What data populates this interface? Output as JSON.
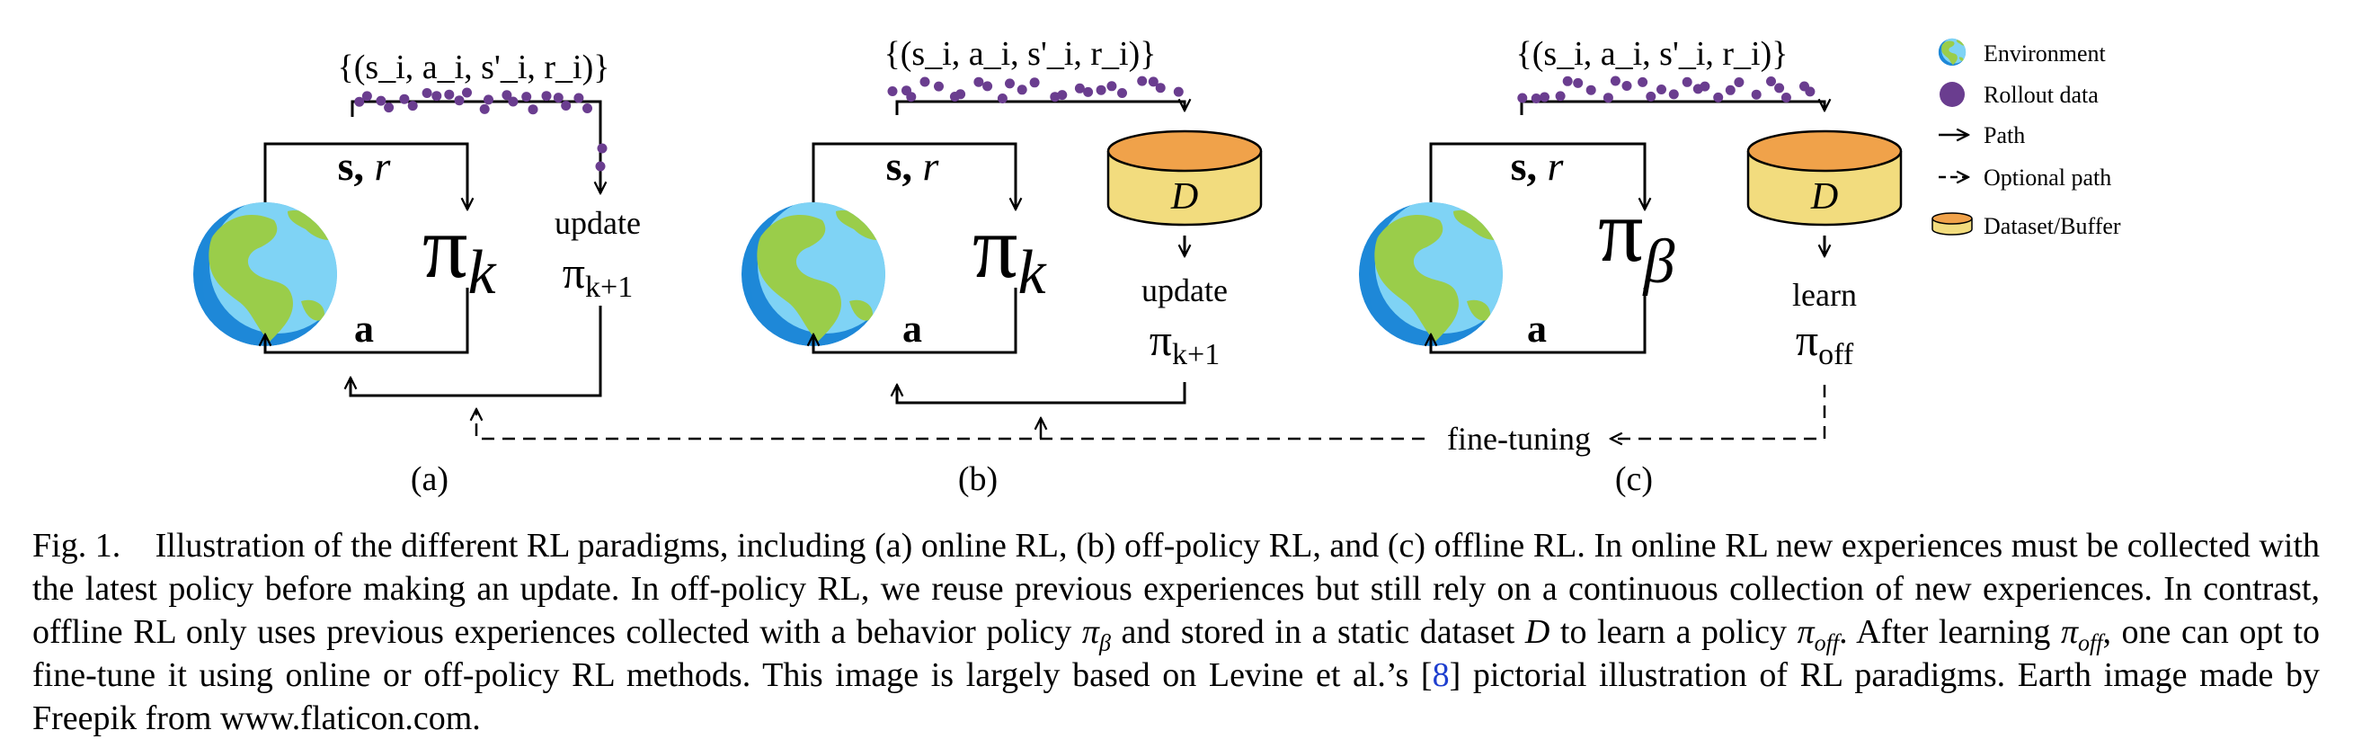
{
  "panels": [
    {
      "id": "a",
      "label": "(a)",
      "transition": "{(s_i, a_i, s'_i, r_i)}",
      "state_reward": "s, r",
      "action": "a",
      "policy": "π",
      "policy_sub": "k",
      "update_word": "update",
      "next_policy": "π",
      "next_policy_sub": "k+1"
    },
    {
      "id": "b",
      "label": "(b)",
      "transition": "{(s_i, a_i, s'_i, r_i)}",
      "state_reward": "s, r",
      "action": "a",
      "policy": "π",
      "policy_sub": "k",
      "dataset": "D",
      "update_word": "update",
      "next_policy": "π",
      "next_policy_sub": "k+1"
    },
    {
      "id": "c",
      "label": "(c)",
      "transition": "{(s_i, a_i, s'_i, r_i)}",
      "state_reward": "s, r",
      "action": "a",
      "policy": "π",
      "policy_sub": "β",
      "dataset": "D",
      "learn_word": "learn",
      "learned_policy": "π",
      "learned_policy_sub": "off"
    }
  ],
  "fine_tuning_label": "fine-tuning",
  "legend": {
    "environment": "Environment",
    "rollout": "Rollout data",
    "path": "Path",
    "optional_path": "Optional path",
    "dataset": "Dataset/Buffer"
  },
  "colors": {
    "rollout": "#6a3d8f",
    "db_top": "#f0a24a",
    "db_body": "#f2dc7e",
    "ocean": "#1e88d8",
    "ocean_light": "#7fd3f5",
    "land": "#9acd4a",
    "citation": "#1f3fcf"
  },
  "caption": {
    "fig_label": "Fig. 1.",
    "text_1": "Illustration of the different RL paradigms, including (a) online RL, (b) off-policy RL, and (c) offline RL. In online RL new experiences must be collected with the latest policy before making an update. In off-policy RL, we reuse previous experiences but still rely on a continuous collection of new experiences. In contrast, offline RL only uses previous experiences collected with a behavior policy",
    "pi": "π",
    "beta": "β",
    "text_2": "and stored in a static dataset",
    "dataset_symbol": "D",
    "text_3": "to learn a policy",
    "off": "off",
    "text_4": ". After learning",
    "text_5": ", one can opt to fine-tune it using online or off-policy RL methods. This image is largely based on Levine et al.’s [",
    "citation": "8",
    "text_6": "] pictorial illustration of RL paradigms. Earth image made by Freepik from www.flaticon.com."
  }
}
